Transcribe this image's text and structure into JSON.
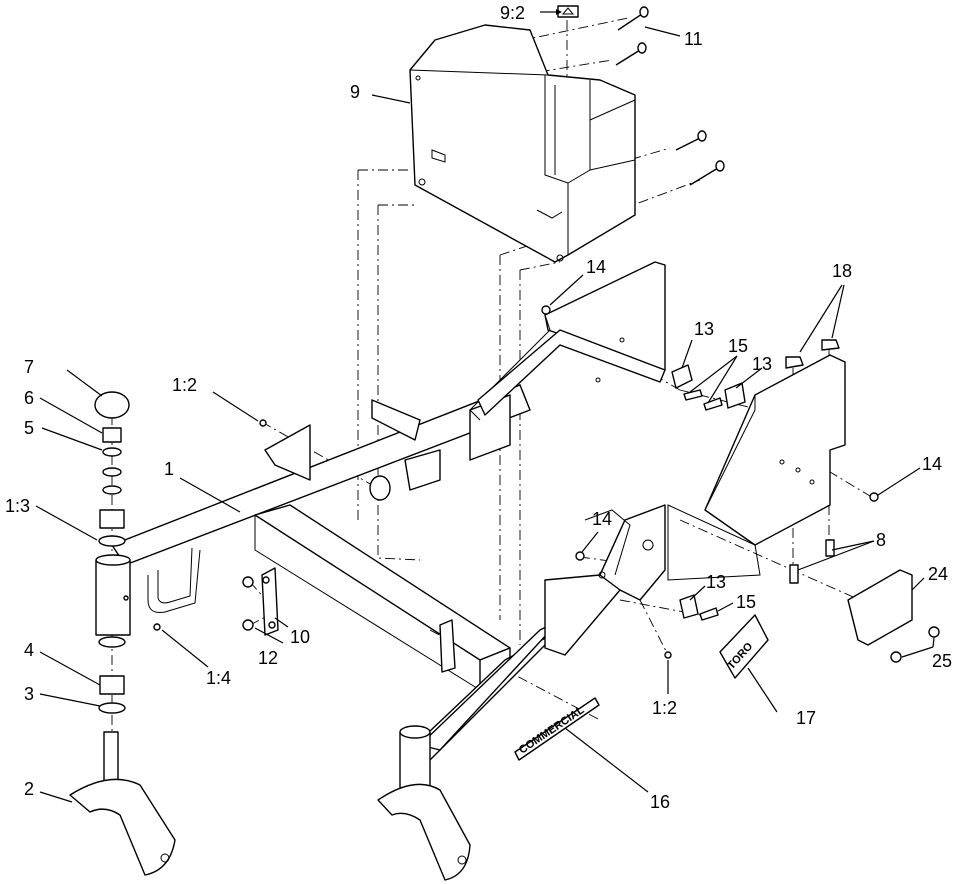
{
  "callouts": {
    "c1": "1",
    "c1_2a": "1:2",
    "c1_2b": "1:2",
    "c1_3": "1:3",
    "c1_4": "1:4",
    "c2": "2",
    "c3": "3",
    "c4": "4",
    "c5": "5",
    "c6": "6",
    "c7": "7",
    "c8": "8",
    "c9": "9",
    "c9_2": "9:2",
    "c10": "10",
    "c11": "11",
    "c12": "12",
    "c13a": "13",
    "c13b": "13",
    "c13c": "13",
    "c14a": "14",
    "c14b": "14",
    "c14c": "14",
    "c15a": "15",
    "c15b": "15",
    "c16": "16",
    "c17": "17",
    "c18": "18",
    "c24": "24",
    "c25": "25"
  },
  "decals": {
    "commercial": "COMMERCIAL",
    "toro": "TORO"
  }
}
